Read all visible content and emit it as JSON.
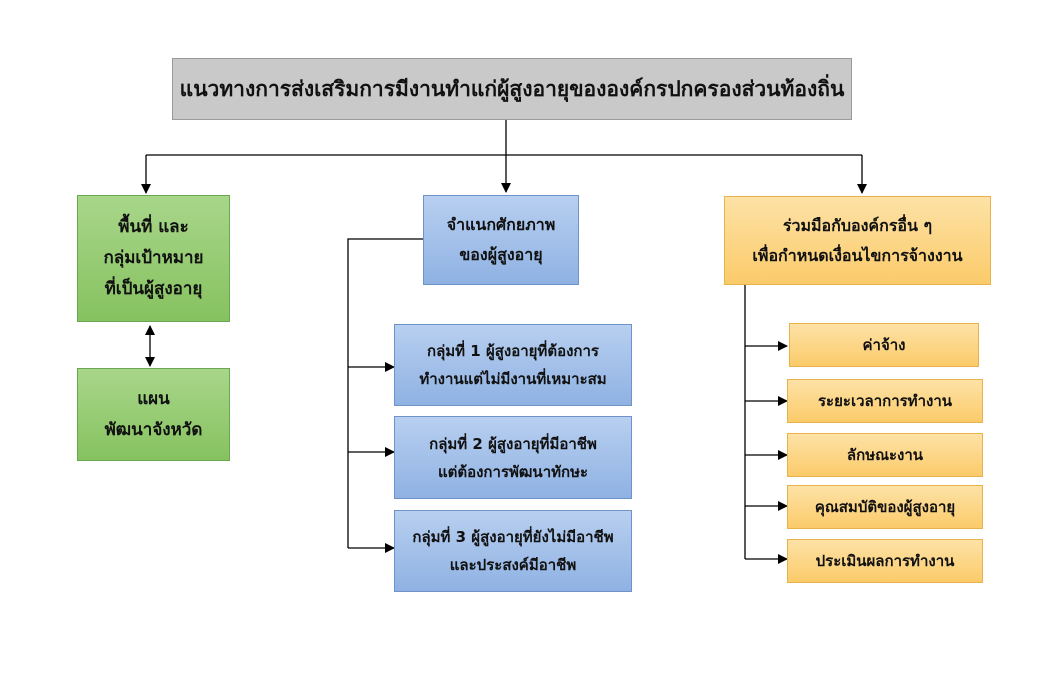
{
  "title": "แนวทางการส่งเสริมการมีงานทำแก่ผู้สูงอายุขององค์กรปกครองส่วนท้องถิ่น",
  "left": {
    "area_lines": [
      "พื้นที่ และ",
      "กลุ่มเป้าหมาย",
      "ที่เป็นผู้สูงอายุ"
    ],
    "plan_lines": [
      "แผน",
      "พัฒนาจังหวัด"
    ]
  },
  "middle": {
    "head_lines": [
      "จำแนกศักยภาพ",
      "ของผู้สูงอายุ"
    ],
    "groups": [
      [
        "กลุ่มที่ 1 ผู้สูงอายุที่ต้องการ",
        "ทำงานแต่ไม่มีงานที่เหมาะสม"
      ],
      [
        "กลุ่มที่ 2 ผู้สูงอายุที่มีอาชีพ",
        "แต่ต้องการพัฒนาทักษะ"
      ],
      [
        "กลุ่มที่ 3 ผู้สูงอายุที่ยังไม่มีอาชีพ",
        "และประสงค์มีอาชีพ"
      ]
    ]
  },
  "right": {
    "head_lines": [
      "ร่วมมือกับองค์กรอื่น ๆ",
      "เพื่อกำหนดเงื่อนไขการจ้างงาน"
    ],
    "items": [
      "ค่าจ้าง",
      "ระยะเวลาการทำงาน",
      "ลักษณะงาน",
      "คุณสมบัติของผู้สูงอายุ",
      "ประเมินผลการทำงาน"
    ]
  }
}
